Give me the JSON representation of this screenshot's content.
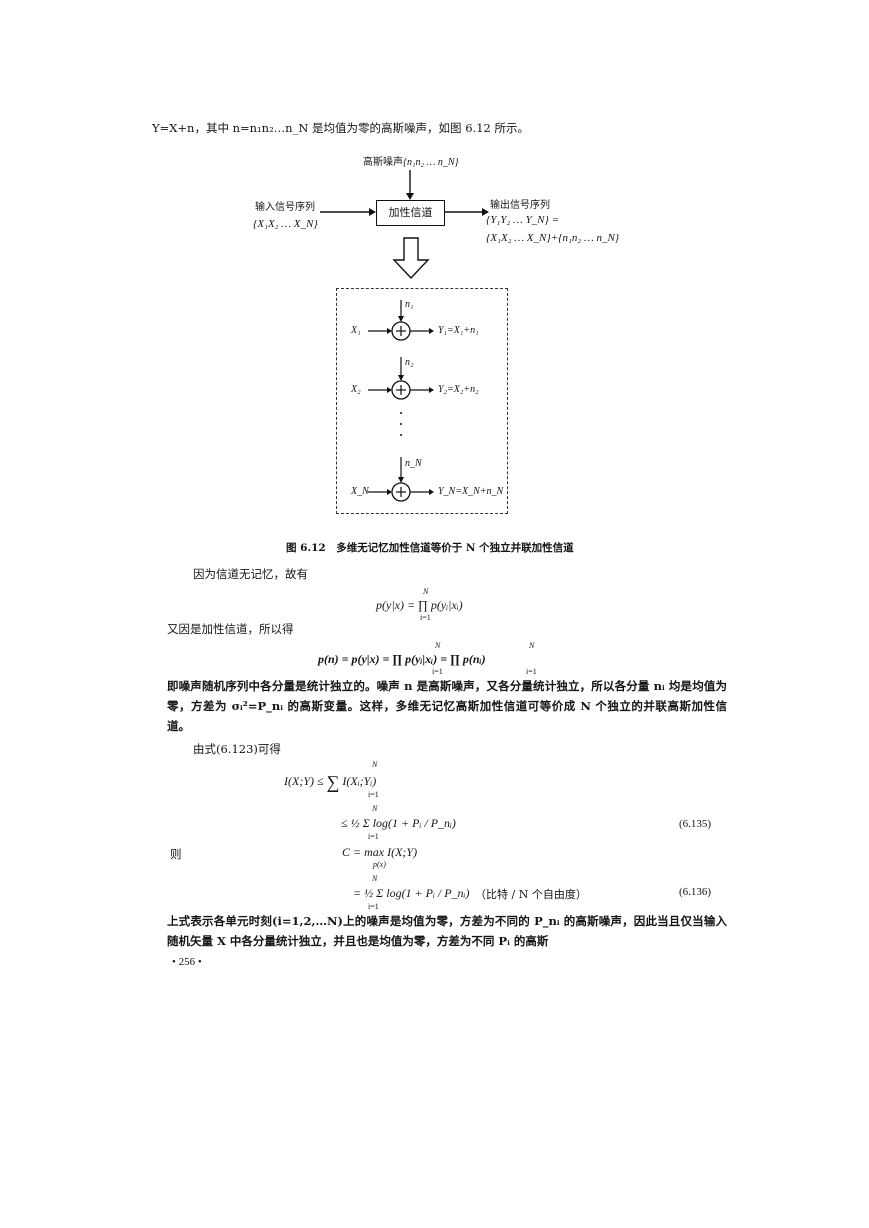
{
  "intro_line": "Y=X+n，其中 n=n₁n₂…n_N 是均值为零的高斯噪声，如图 6.12 所示。",
  "diagram": {
    "noise_label": "高斯噪声",
    "noise_set": "{n₁n₂ … n_N}",
    "input_label": "输入信号序列",
    "input_set": "{X₁X₂ … X_N}",
    "channel_label": "加性信道",
    "output_label": "输出信号序列",
    "output_set_1": "{Y₁Y₂ … Y_N} =",
    "output_set_2": "{X₁X₂ … X_N}+{n₁n₂ … n_N}",
    "branches": [
      {
        "noise": "n₁",
        "input": "X₁",
        "output": "Y₁=X₁+n₁"
      },
      {
        "noise": "n₂",
        "input": "X₂",
        "output": "Y₂=X₂+n₂"
      },
      {
        "noise": "n_N",
        "input": "X_N",
        "output": "Y_N=X_N+n_N"
      }
    ]
  },
  "caption": "图 6.12　多维无记忆加性信道等价于 N 个独立并联加性信道",
  "p1": "因为信道无记忆，故有",
  "eq1": "p(y|x) = ∏ p(yᵢ|xᵢ)",
  "p2": "又因是加性信道，所以得",
  "eq2": "p(n) = p(y|x) = ∏ p(yᵢ|xᵢ) = ∏ p(nᵢ)",
  "p3": "即噪声随机序列中各分量是统计独立的。噪声 n 是高斯噪声，又各分量统计独立，所以各分量 nᵢ 均是均值为零，方差为 σᵢ²=P_nᵢ 的高斯变量。这样，多维无记忆高斯加性信道可等价成 N 个独立的并联高斯加性信道。",
  "p4": "由式(6.123)可得",
  "eq3_lhs": "I(X;Y) ≤",
  "eq3_rhs": "I(Xᵢ;Yᵢ)",
  "eq4": "≤ ½ Σ log(1 + Pᵢ / P_nᵢ)",
  "eq4_no": "(6.135)",
  "ze": "则",
  "eq5": "C = max I(X;Y)",
  "eq5_sub": "p(x)",
  "eq6": "= ½ Σ log(1 + Pᵢ / P_nᵢ)",
  "eq6_unit": "（比特 / N 个自由度）",
  "eq6_no": "(6.136)",
  "p5": "上式表示各单元时刻(i=1,2,…N)上的噪声是均值为零，方差为不同的 P_nᵢ 的高斯噪声，因此当且仅当输入随机矢量 X 中各分量统计独立，并且也是均值为零，方差为不同 Pᵢ 的高斯",
  "sum_top": "N",
  "sum_bot": "i=1",
  "page_number": "• 256 •"
}
